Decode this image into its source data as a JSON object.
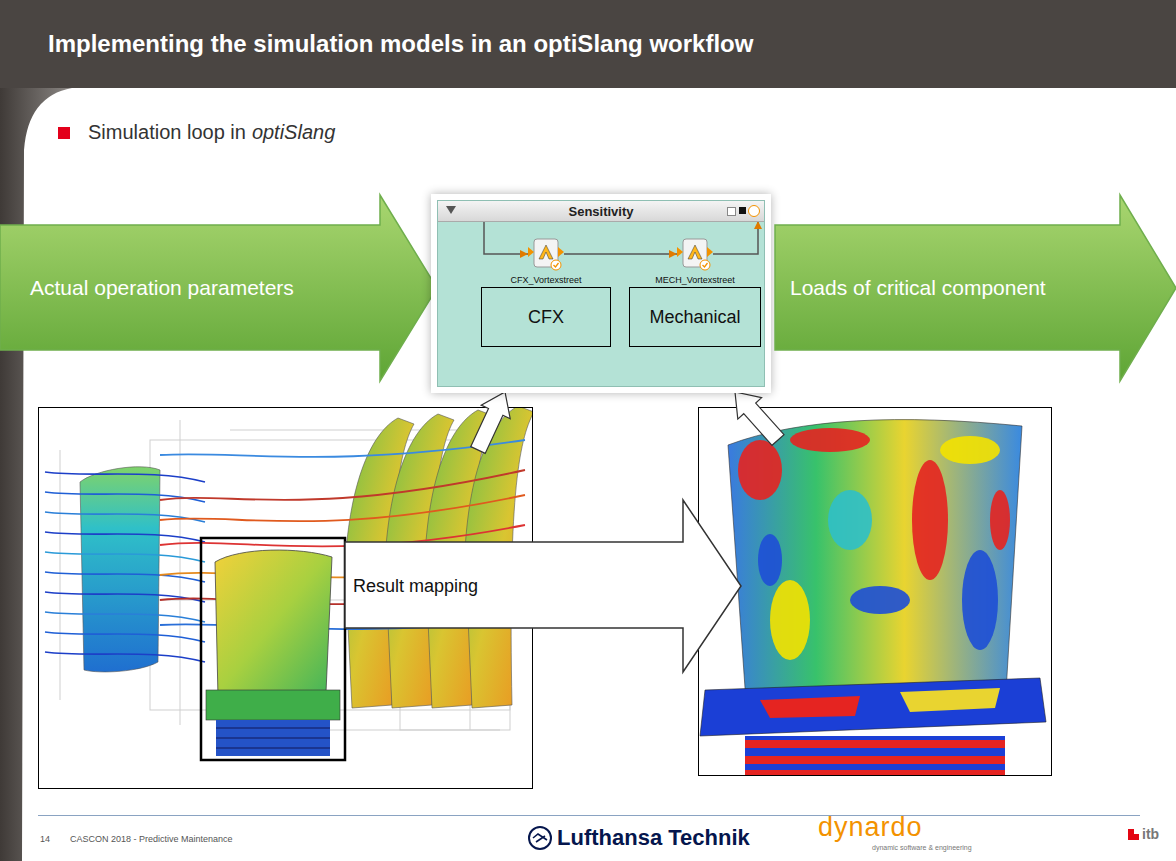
{
  "diagram": {
    "title": "Implementing the simulation models in an optiSlang workflow",
    "nodes": [
      {
        "text": [
          "Actual operation parameters"
        ]
      },
      {
        "text": [
          "Sensitivity"
        ]
      },
      {
        "text": [
          "CFX_Vortexstreet",
          "CFX"
        ],
        "in": 1
      },
      {
        "text": [
          "MECH_Vortexstreet",
          "Mechanical"
        ],
        "in": 1
      },
      {
        "text": [
          "Loads of critical component"
        ]
      },
      {
        "text": [
          "Result mapping"
        ]
      }
    ],
    "edges": [
      {
        "from": 1,
        "to": 2,
        "arrow": "to"
      },
      {
        "from": 2,
        "to": 3,
        "arrow": "to"
      },
      {
        "from": 3,
        "to": 1,
        "arrow": "to"
      }
    ],
    "labels": [
      "Simulation loop in",
      "optiSlang",
      "14",
      "CASCON 2018 - Predictive Maintenance",
      "Lufthansa Technik",
      "dynardo",
      "dynamic software & engineering",
      "itb"
    ]
  }
}
